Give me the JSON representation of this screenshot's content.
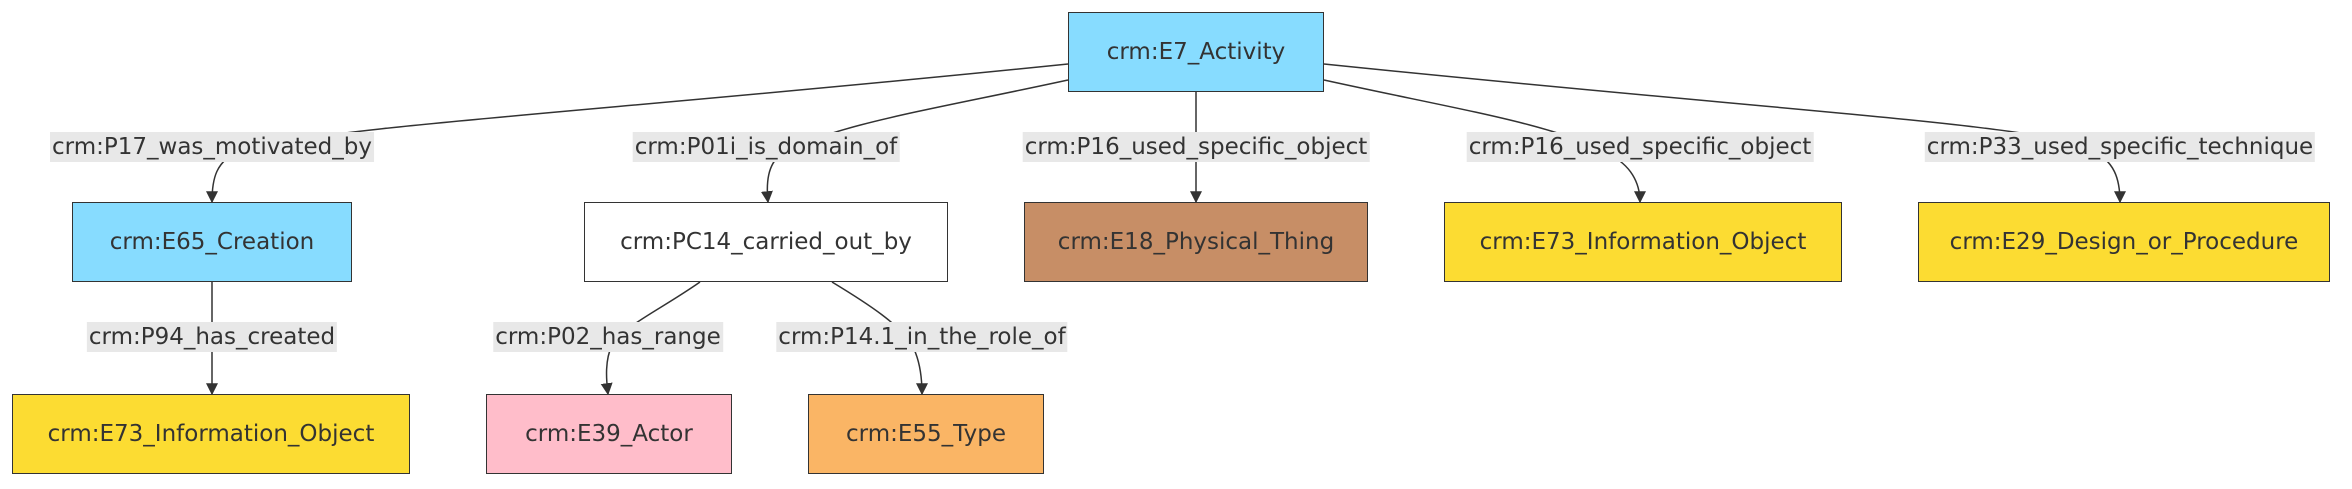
{
  "colors": {
    "activity": "#87dcff",
    "creation": "#87dcff",
    "information_object": "#fcdc32",
    "design_procedure": "#fcdc32",
    "physical_thing": "#c78e66",
    "actor": "#ffbdca",
    "type": "#fab565",
    "plain": "#ffffff",
    "edge": "#333333",
    "label_bg": "#e8e8e8"
  },
  "nodes": {
    "activity": "crm:E7_Activity",
    "creation": "crm:E65_Creation",
    "pc14": "crm:PC14_carried_out_by",
    "physical_thing": "crm:E18_Physical_Thing",
    "info_object_right": "crm:E73_Information_Object",
    "design_procedure": "crm:E29_Design_or_Procedure",
    "info_object_bottom": "crm:E73_Information_Object",
    "actor": "crm:E39_Actor",
    "type": "crm:E55_Type"
  },
  "edges": {
    "p17": "crm:P17_was_motivated_by",
    "p01i": "crm:P01i_is_domain_of",
    "p16_physical": "crm:P16_used_specific_object",
    "p16_info": "crm:P16_used_specific_object",
    "p33": "crm:P33_used_specific_technique",
    "p94": "crm:P94_has_created",
    "p02": "crm:P02_has_range",
    "p14_1": "crm:P14.1_in_the_role_of"
  }
}
